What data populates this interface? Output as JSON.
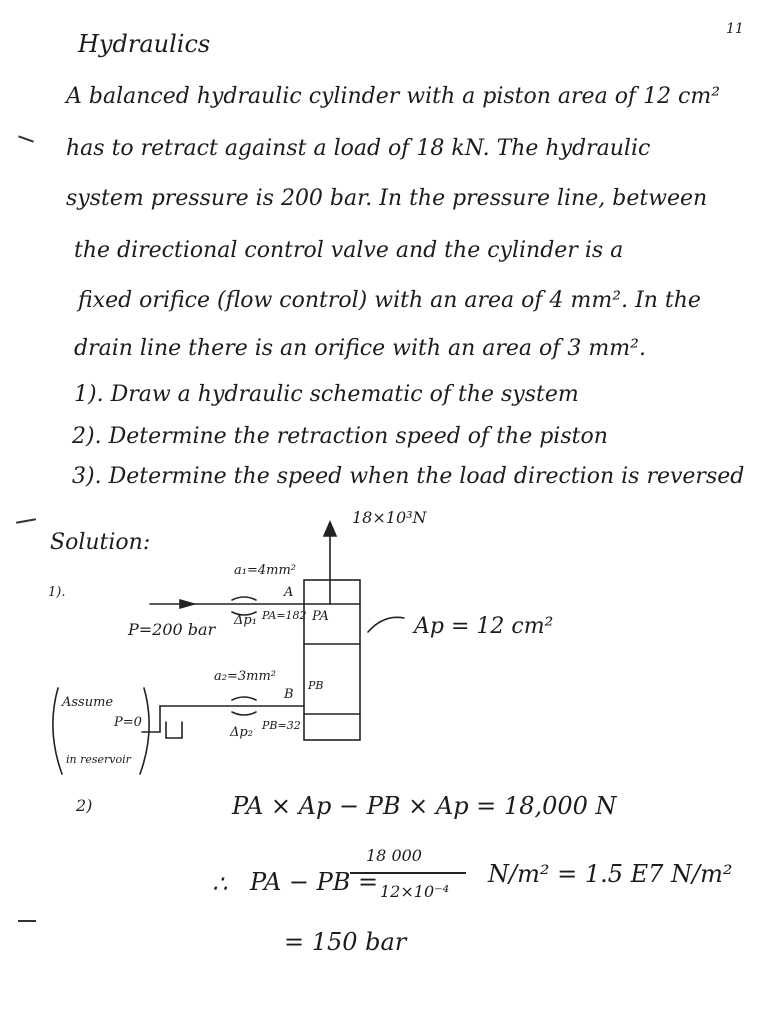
{
  "page_number": "11",
  "title": "Hydraulics",
  "problem_lines": [
    "A balanced hydraulic cylinder with a piston area of 12 cm²",
    "has to retract against a load of 18 kN. The hydraulic",
    "system pressure is 200 bar. In the pressure line, between",
    "the directional control valve and the cylinder is a",
    "fixed orifice (flow control) with an area of 4 mm². In the",
    "drain line there is an orifice with an area of 3 mm².",
    "1). Draw a hydraulic schematic of the system",
    "2). Determine the retraction speed of the piston",
    "3). Determine the speed when the load direction is reversed"
  ],
  "solution_heading": "Solution:",
  "diagram": {
    "part_label": "1).",
    "load_label": "18×10³N",
    "a1_label": "a₁=4mm²",
    "port_a_label": "A",
    "dp1_label": "Δp₁",
    "pa_label": "PA=182",
    "pa_chamber_label": "PA",
    "pressure_label": "P=200 bar",
    "ap_label": "Ap = 12 cm²",
    "a2_label": "a₂=3mm²",
    "port_b_label": "B",
    "pb_chamber_label": "PB",
    "dp2_label": "Δp₂",
    "pb_label": "PB=32",
    "assume_line1": "Assume",
    "assume_line2": "P=0",
    "assume_line3": "in reservoir"
  },
  "part2": {
    "label": "2)",
    "eq1": "PA × Ap − PB × Ap = 18,000 N",
    "therefore": "∴",
    "lhs": "PA − PB =",
    "numerator": "18 000",
    "denominator": "12×10⁻⁴",
    "result": "N/m² = 1.5 E7 N/m²",
    "final": "= 150 bar"
  }
}
